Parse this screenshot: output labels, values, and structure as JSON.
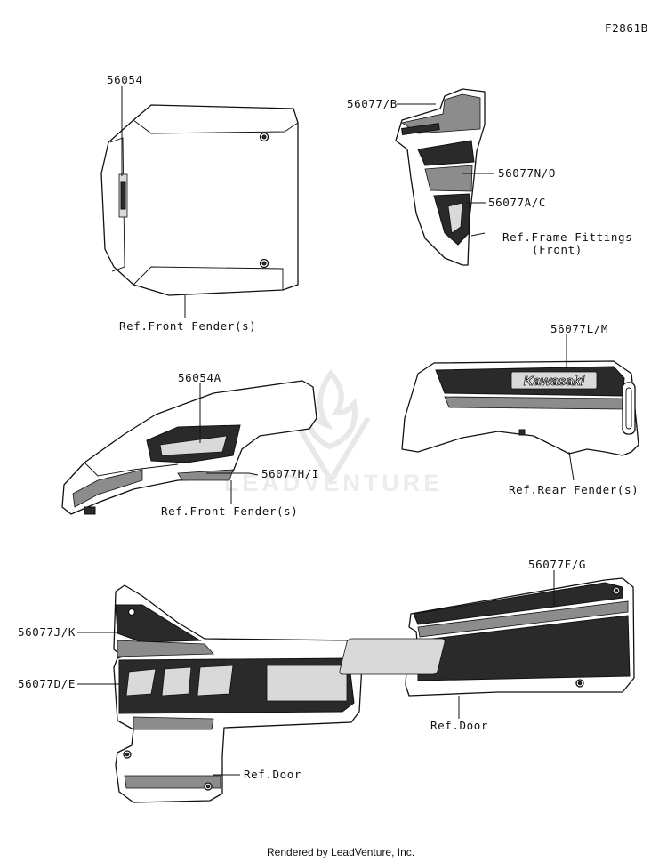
{
  "figure_code": "F2861B",
  "footer": "Rendered by LeadVenture, Inc.",
  "watermark": "LEADVENTURE",
  "callouts": {
    "c56054": "56054",
    "ref_front_fender_1": "Ref.Front Fender(s)",
    "c56077b": "56077/B",
    "c56077no": "56077N/O",
    "c56077ac": "56077A/C",
    "ref_frame_1": "Ref.Frame Fittings",
    "ref_frame_2": "(Front)",
    "c56054a": "56054A",
    "c56077hi": "56077H/I",
    "ref_front_fender_2": "Ref.Front Fender(s)",
    "c56077lm": "56077L/M",
    "ref_rear_fender": "Ref.Rear Fender(s)",
    "c56077jk": "56077J/K",
    "c56077de": "56077D/E",
    "ref_door_1": "Ref.Door",
    "c56077fg": "56077F/G",
    "ref_door_2": "Ref.Door"
  },
  "decal_text": {
    "kawasaki": "Kawasaki"
  }
}
